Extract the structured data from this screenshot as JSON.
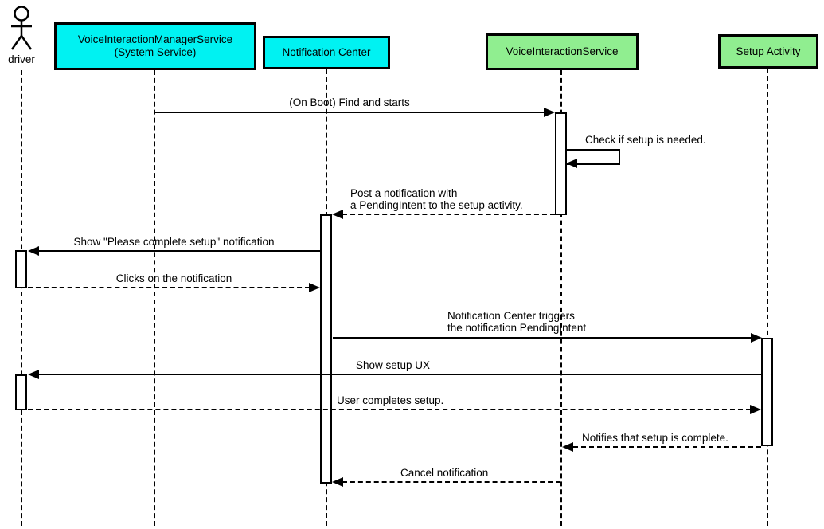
{
  "diagram_type": "sequence-diagram",
  "colors": {
    "participant_cyan": "#00f2f2",
    "participant_green": "#90ee90",
    "line": "#000000",
    "background": "#ffffff"
  },
  "participants": [
    {
      "label": "driver",
      "kind": "actor"
    },
    {
      "line1": "VoiceInteractionManagerService",
      "line2": "(System Service)",
      "kind": "box",
      "color": "#00f2f2"
    },
    {
      "label": "Notification Center",
      "kind": "box",
      "color": "#00f2f2"
    },
    {
      "label": "VoiceInteractionService",
      "kind": "box",
      "color": "#90ee90"
    },
    {
      "label": "Setup Activity",
      "kind": "box",
      "color": "#90ee90"
    }
  ],
  "messages": [
    {
      "label": "(On Boot) Find and starts",
      "from": "VoiceInteractionManagerService (System Service)",
      "to": "VoiceInteractionService",
      "line_style": "solid"
    },
    {
      "label": "Check if setup is needed.",
      "from": "VoiceInteractionService",
      "to": "VoiceInteractionService",
      "line_style": "solid"
    },
    {
      "line1": "Post a notification with",
      "line2": "a PendingIntent to the setup activity.",
      "from": "VoiceInteractionService",
      "to": "Notification Center",
      "line_style": "dashed"
    },
    {
      "label": "Show \"Please complete setup\" notification",
      "from": "Notification Center",
      "to": "driver",
      "line_style": "solid"
    },
    {
      "label": "Clicks on the notification",
      "from": "driver",
      "to": "Notification Center",
      "line_style": "dashed"
    },
    {
      "line1": "Notification Center triggers",
      "line2": "the notification PendingIntent",
      "from": "Notification Center",
      "to": "Setup Activity",
      "line_style": "solid"
    },
    {
      "label": "Show setup UX",
      "from": "Setup Activity",
      "to": "driver",
      "line_style": "solid"
    },
    {
      "label": "User completes setup.",
      "from": "driver",
      "to": "Setup Activity",
      "line_style": "dashed"
    },
    {
      "label": "Notifies that setup is complete.",
      "from": "Setup Activity",
      "to": "VoiceInteractionService",
      "line_style": "dashed"
    },
    {
      "label": "Cancel notification",
      "from": "VoiceInteractionService",
      "to": "Notification Center",
      "line_style": "dashed"
    }
  ]
}
